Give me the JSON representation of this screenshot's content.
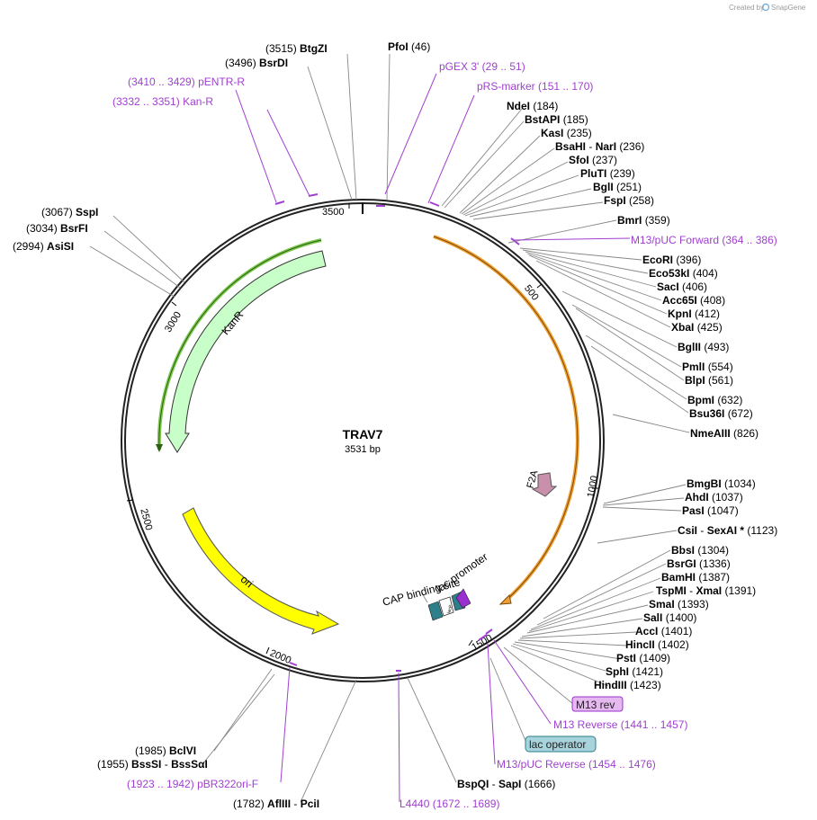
{
  "credit": {
    "created_by": "Created by",
    "brand": "SnapGene"
  },
  "plasmid": {
    "name": "TRAV7",
    "size": "3531 bp"
  },
  "ticks": [
    "3500",
    "500",
    "1000",
    "1500",
    "2000",
    "2500",
    "3000"
  ],
  "features": {
    "KanR": "KanR",
    "ori": "ori",
    "F2A": "F2A",
    "cap": "CAP binding site",
    "lac_promoter": "lac promoter",
    "lacP_small": "lacP"
  },
  "badges": {
    "m13rev": "M13 rev",
    "lacop": "lac operator"
  },
  "colors": {
    "kanr": "#c8ffc8",
    "ori": "#ffff00",
    "orange": "#f0a030",
    "f2a": "#c890aa",
    "primer": "#a040d0",
    "cap": "#2e7f8a"
  },
  "labels": {
    "btgzi": {
      "pos": "(3515)",
      "name": "BtgZI"
    },
    "bsrdi": {
      "pos": "(3496)",
      "name": "BsrDI"
    },
    "pfoi": {
      "name": "PfoI",
      "pos": "(46)"
    },
    "pgex": {
      "name": "pGEX 3'",
      "pos": "(29 .. 51)"
    },
    "pentr": {
      "pos": "(3410 .. 3429)",
      "name": "pENTR-R"
    },
    "kanr_p": {
      "pos": "(3332 .. 3351)",
      "name": "Kan-R"
    },
    "prs": {
      "name": "pRS-marker",
      "pos": "(151 .. 170)"
    },
    "ndei": {
      "name": "NdeI",
      "pos": "(184)"
    },
    "bstapi": {
      "name": "BstAPI",
      "pos": "(185)"
    },
    "kasi": {
      "name": "KasI",
      "pos": "(235)"
    },
    "bsahi": {
      "name": "BsaHI",
      "name2": "NarI",
      "pos": "(236)"
    },
    "sfoi": {
      "name": "SfoI",
      "pos": "(237)"
    },
    "pluti": {
      "name": "PluTI",
      "pos": "(239)"
    },
    "bgli": {
      "name": "BglI",
      "pos": "(251)"
    },
    "fspi": {
      "name": "FspI",
      "pos": "(258)"
    },
    "bmri": {
      "name": "BmrI",
      "pos": "(359)"
    },
    "m13puc": {
      "name": "M13/pUC Forward",
      "pos": "(364 .. 386)"
    },
    "ecori": {
      "name": "EcoRI",
      "pos": "(396)"
    },
    "eco53ki": {
      "name": "Eco53kI",
      "pos": "(404)"
    },
    "saci": {
      "name": "SacI",
      "pos": "(406)"
    },
    "acc65i": {
      "name": "Acc65I",
      "pos": "(408)"
    },
    "kpni": {
      "name": "KpnI",
      "pos": "(412)"
    },
    "xbai": {
      "name": "XbaI",
      "pos": "(425)"
    },
    "bglii": {
      "name": "BglII",
      "pos": "(493)"
    },
    "pmli": {
      "name": "PmlI",
      "pos": "(554)"
    },
    "blpi": {
      "name": "BlpI",
      "pos": "(561)"
    },
    "bpmi": {
      "name": "BpmI",
      "pos": "(632)"
    },
    "bsu36i": {
      "name": "Bsu36I",
      "pos": "(672)"
    },
    "nmeaiii": {
      "name": "NmeAIII",
      "pos": "(826)"
    },
    "sspi": {
      "pos": "(3067)",
      "name": "SspI"
    },
    "bsrfi": {
      "pos": "(3034)",
      "name": "BsrFI"
    },
    "asisi": {
      "pos": "(2994)",
      "name": "AsiSI"
    },
    "bmgbi": {
      "name": "BmgBI",
      "pos": "(1034)"
    },
    "ahdi": {
      "name": "AhdI",
      "pos": "(1037)"
    },
    "pasi": {
      "name": "PasI",
      "pos": "(1047)"
    },
    "csii": {
      "name": "CsiI",
      "name2": "SexAI *",
      "pos": "(1123)"
    },
    "bbsi": {
      "name": "BbsI",
      "pos": "(1304)"
    },
    "bsrgi": {
      "name": "BsrGI",
      "pos": "(1336)"
    },
    "bamhi": {
      "name": "BamHI",
      "pos": "(1387)"
    },
    "tspmi": {
      "name": "TspMI",
      "name2": "XmaI",
      "pos": "(1391)"
    },
    "smai": {
      "name": "SmaI",
      "pos": "(1393)"
    },
    "sali": {
      "name": "SalI",
      "pos": "(1400)"
    },
    "acci": {
      "name": "AccI",
      "pos": "(1401)"
    },
    "hincii": {
      "name": "HincII",
      "pos": "(1402)"
    },
    "psti": {
      "name": "PstI",
      "pos": "(1409)"
    },
    "sphi": {
      "name": "SphI",
      "pos": "(1421)"
    },
    "hindiii": {
      "name": "HindIII",
      "pos": "(1423)"
    },
    "m13rev_p": {
      "name": "M13 Reverse",
      "pos": "(1441 .. 1457)"
    },
    "m13pucrev": {
      "name": "M13/pUC Reverse",
      "pos": "(1454 .. 1476)"
    },
    "bclvi": {
      "pos": "(1985)",
      "name": "BclVI"
    },
    "bsssi": {
      "pos": "(1955)",
      "name": "BssSI",
      "name2": "BssSαI"
    },
    "pbr322": {
      "pos": "(1923 .. 1942)",
      "name": "pBR322ori-F"
    },
    "afliii": {
      "pos": "(1782)",
      "name": "AflIII",
      "name2": "PciI"
    },
    "l4440": {
      "name": "L4440",
      "pos": "(1672 .. 1689)"
    },
    "bspqi": {
      "name": "BspQI",
      "name2": "SapI",
      "pos": "(1666)"
    }
  }
}
